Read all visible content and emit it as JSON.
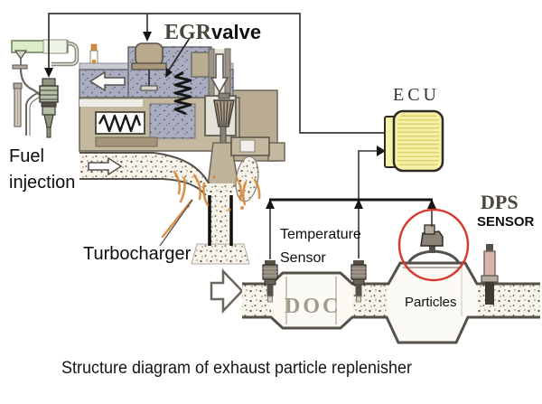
{
  "caption": "Structure diagram of exhaust particle replenisher",
  "labels": {
    "egr": "EGR",
    "valve": "valve",
    "fuel_line1": "Fuel",
    "fuel_line2": "injection",
    "turbocharger": "Turbocharger",
    "ecu": "ECU",
    "dps": "DPS",
    "dps_sensor": "SENSOR",
    "temperature_line1": "Temperature",
    "temperature_line2": "Sensor",
    "doc": "DOC",
    "particles": "Particles"
  },
  "colors": {
    "highlight_circle": "#d23b2e",
    "ecu_fill": "#f6f1a6",
    "manifold_blue": "#a9adbf",
    "engine_tan": "#c4b89f",
    "flame_orange": "#d4893c",
    "fuel_rail_green": "#dcecc8",
    "stipple_background": "#f8f4ea",
    "pipe_wall": "#55504a",
    "signal_line": "#2e2a26"
  }
}
